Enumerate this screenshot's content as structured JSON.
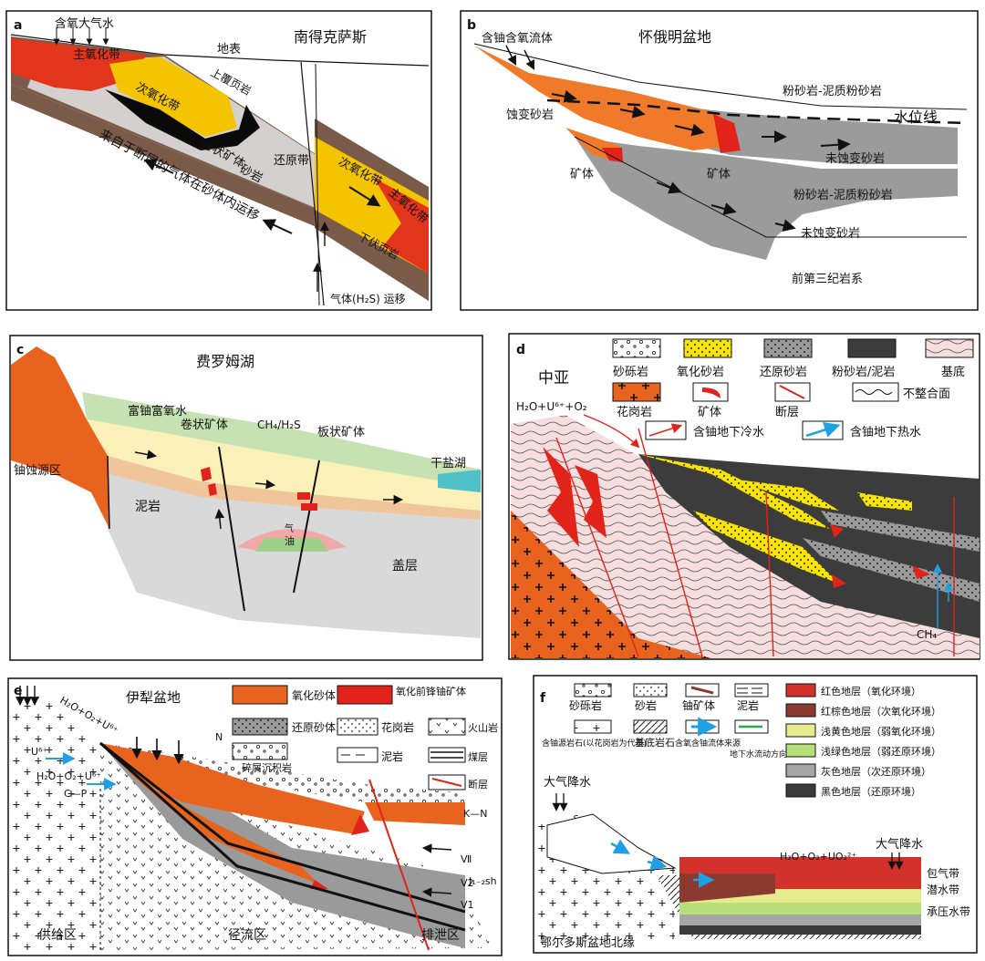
{
  "panels": {
    "a": {
      "letter": "a",
      "title": "南得克萨斯",
      "labels": {
        "oxygen_water": "含氧大气水",
        "surface": "地表",
        "main_oxidation": "主氧化带",
        "upper_shale": "上覆页岩",
        "sub_oxidation": "次氧化带",
        "roll_ore": "卷状矿体",
        "reduction": "还原带",
        "sandstone": "砂岩",
        "gas_from_fault": "来自于断层的气体在砂体内运移",
        "sub_oxidation_2": "次氧化带",
        "main_oxidation_2": "主氧化带",
        "lower_shale": "下伏页岩",
        "gas_migration": "气体(H₂S) 运移"
      }
    },
    "b": {
      "letter": "b",
      "title": "怀俄明盆地",
      "labels": {
        "fluid": "含铀含氧流体",
        "altered": "蚀变砂岩",
        "siltstone_1": "粉砂岩-泥质粉砂岩",
        "water_table": "水位线",
        "ore_1": "矿体",
        "ore_2": "矿体",
        "unaltered_1": "未蚀变砂岩",
        "siltstone_2": "粉砂岩-泥质粉砂岩",
        "unaltered_2": "未蚀变砂岩",
        "pre_tertiary": "前第三纪岩系"
      }
    },
    "c": {
      "letter": "c",
      "title": "费罗姆湖",
      "labels": {
        "water": "富铀富氧水",
        "roll_ore": "卷状矿体",
        "gas": "CH₄/H₂S",
        "tabular_ore": "板状矿体",
        "source": "铀蚀源区",
        "dry_lake": "干盐湖",
        "mudstone": "泥岩",
        "oil": "油",
        "gas_small": "气",
        "cap": "盖层"
      }
    },
    "d": {
      "letter": "d",
      "title": "中亚",
      "formula": "H₂O+U⁶⁺+O₂",
      "ch4": "CH₄",
      "legend": [
        {
          "label": "砂砾岩",
          "swatch": "conglomerate"
        },
        {
          "label": "氧化砂岩",
          "swatch": "oxidized-sand"
        },
        {
          "label": "还原砂岩",
          "swatch": "reduced-sand"
        },
        {
          "label": "粉砂岩/泥岩",
          "swatch": "mudstone"
        },
        {
          "label": "基底",
          "swatch": "basement"
        },
        {
          "label": "花岗岩",
          "swatch": "granite"
        },
        {
          "label": "矿体",
          "swatch": "ore"
        },
        {
          "label": "断层",
          "swatch": "fault"
        },
        {
          "label": "不整合面",
          "swatch": "unconformity"
        },
        {
          "label": "含铀地下冷水",
          "swatch": "cold-water"
        },
        {
          "label": "含铀地下热水",
          "swatch": "hot-water"
        }
      ]
    },
    "e": {
      "letter": "e",
      "title": "伊犁盆地",
      "formula_top": "H₂O+O₂+U⁶⁺",
      "formula_left": "H₂O+O₂+U⁶⁺",
      "u6": "U⁶⁺",
      "cp": "C—P",
      "north": "N",
      "kn": "K—N",
      "strata": "J₁₋₂sh",
      "roman": [
        "Ⅶ",
        "Ⅴ2",
        "Ⅴ1"
      ],
      "zones": [
        "供给区",
        "径流区",
        "排泄区"
      ],
      "legend": [
        {
          "label": "氧化砂体",
          "swatch": "oxidized"
        },
        {
          "label": "氧化前锋铀矿体",
          "swatch": "front-ore"
        },
        {
          "label": "还原砂体",
          "swatch": "reduced"
        },
        {
          "label": "花岗岩",
          "swatch": "granite"
        },
        {
          "label": "火山岩",
          "swatch": "volcanic"
        },
        {
          "label": "碎屑沉积岩",
          "swatch": "clastic"
        },
        {
          "label": "泥岩",
          "swatch": "mudstone"
        },
        {
          "label": "煤层",
          "swatch": "coal"
        },
        {
          "label": "断层",
          "swatch": "fault"
        }
      ]
    },
    "f": {
      "letter": "f",
      "title": "鄂尔多斯盆地北缘",
      "rain_left": "大气降水",
      "rain_right": "大气降水",
      "formula": "H₂O+O₂+UO₂²⁺",
      "zones": [
        "包气带",
        "潜水带",
        "承压水带"
      ],
      "legend_left": [
        {
          "label": "砂砾岩",
          "swatch": "conglomerate"
        },
        {
          "label": "砂岩",
          "swatch": "sandstone"
        },
        {
          "label": "铀矿体",
          "swatch": "ore"
        },
        {
          "label": "泥岩",
          "swatch": "mudstone"
        },
        {
          "label": "含铀源岩石(以花岗岩为代表)",
          "swatch": "source"
        },
        {
          "label": "基底岩石",
          "swatch": "basement"
        },
        {
          "label": "含氧含铀流体来源",
          "swatch": "fluid"
        },
        {
          "label": "地下水流动方向",
          "swatch": "flow"
        }
      ],
      "legend_right": [
        {
          "label": "红色地层（氧化环境）",
          "color": "#d3312b"
        },
        {
          "label": "红棕色地层（次氧化环境）",
          "color": "#8b3a2f"
        },
        {
          "label": "浅黄色地层（弱氧化环境）",
          "color": "#e6ec8e"
        },
        {
          "label": "浅绿色地层（弱还原环境）",
          "color": "#b7e07a"
        },
        {
          "label": "灰色地层（次还原环境）",
          "color": "#a6a6a6"
        },
        {
          "label": "黑色地层（还原环境）",
          "color": "#3a3a3a"
        }
      ]
    }
  }
}
